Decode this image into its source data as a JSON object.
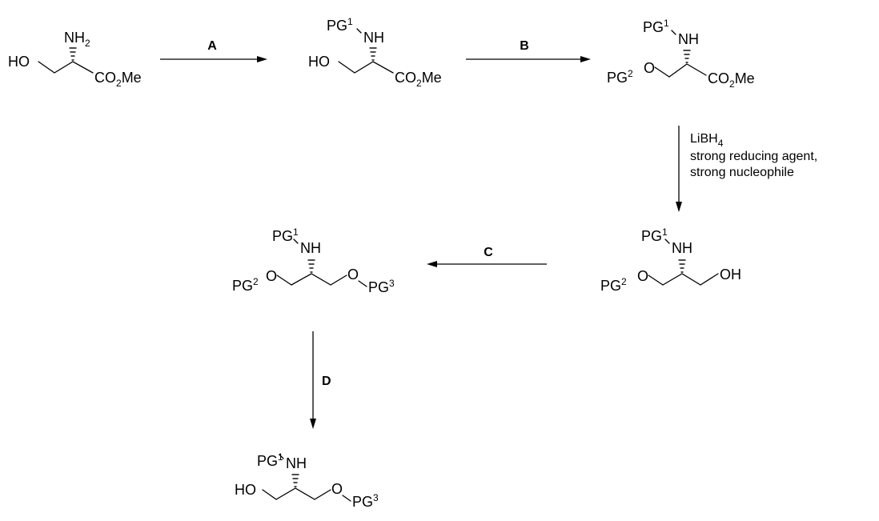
{
  "scheme": {
    "steps": {
      "a": "A",
      "b": "B",
      "c": "C",
      "d": "D"
    },
    "reduction_conditions": [
      {
        "text": "LiBH",
        "sub": "4"
      },
      {
        "text": "strong reducing agent,"
      },
      {
        "text": "strong nucleophile"
      }
    ]
  },
  "atoms": {
    "ho": "HO",
    "oh": "OH",
    "nh": "NH",
    "nh2": {
      "text": "NH",
      "sub": "2"
    },
    "o": "O",
    "co2me": {
      "a": "CO",
      "sub": "2",
      "b": "Me"
    },
    "pg1": {
      "text": "PG",
      "sup": "1"
    },
    "pg2": {
      "text": "PG",
      "sup": "2"
    },
    "pg3": {
      "text": "PG",
      "sup": "3"
    }
  }
}
